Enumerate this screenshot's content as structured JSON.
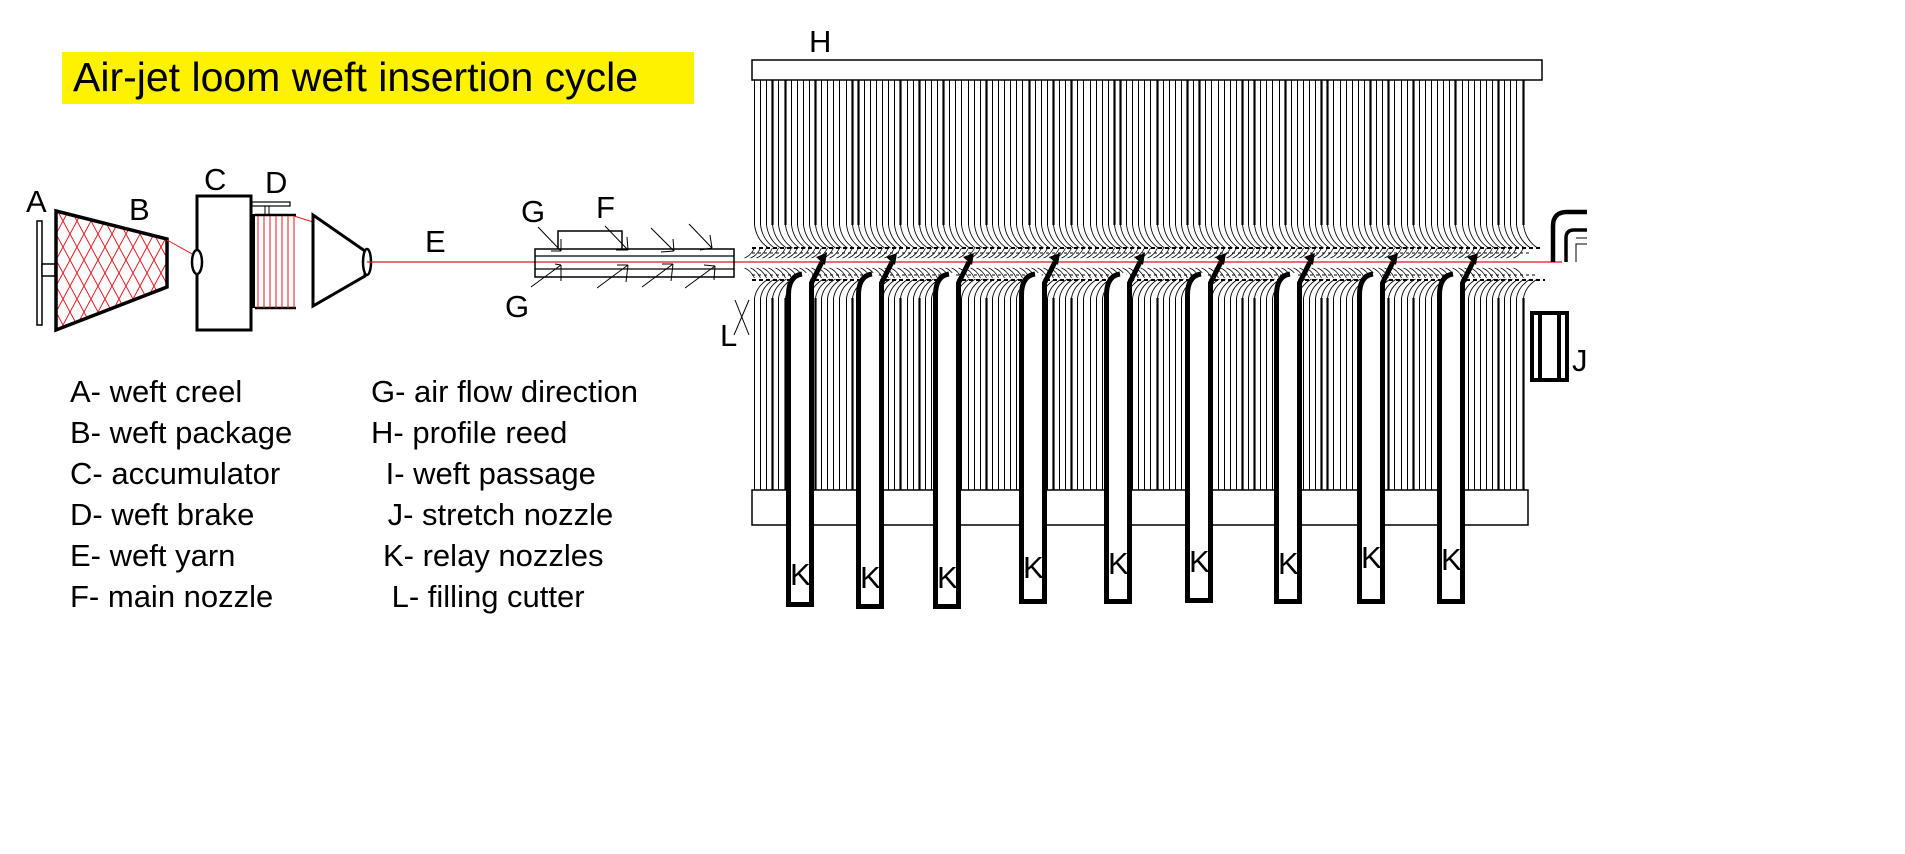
{
  "title": {
    "text": "Air-jet loom weft insertion cycle",
    "background_color": "#FFF200"
  },
  "colors": {
    "weft_yarn": "#E8141C",
    "outline": "#000000",
    "background": "#FFFFFF"
  },
  "diagram_labels": {
    "A": "A",
    "B": "B",
    "C": "C",
    "D": "D",
    "E": "E",
    "F": "F",
    "G_top": "G",
    "G_bottom": "G",
    "H": "H",
    "J": "J",
    "L": "L",
    "K": [
      "K",
      "K",
      "K",
      "K",
      "K",
      "K",
      "K",
      "K",
      "K"
    ]
  },
  "legend": {
    "left_column": [
      "A- weft creel",
      "B- weft package",
      "C- accumulator",
      "D- weft brake",
      "E- weft yarn",
      "F- main nozzle"
    ],
    "right_column": [
      "G- air flow direction",
      "H- profile reed",
      " I- weft passage",
      " J- stretch nozzle",
      "K- relay nozzles",
      " L- filling cutter"
    ]
  }
}
